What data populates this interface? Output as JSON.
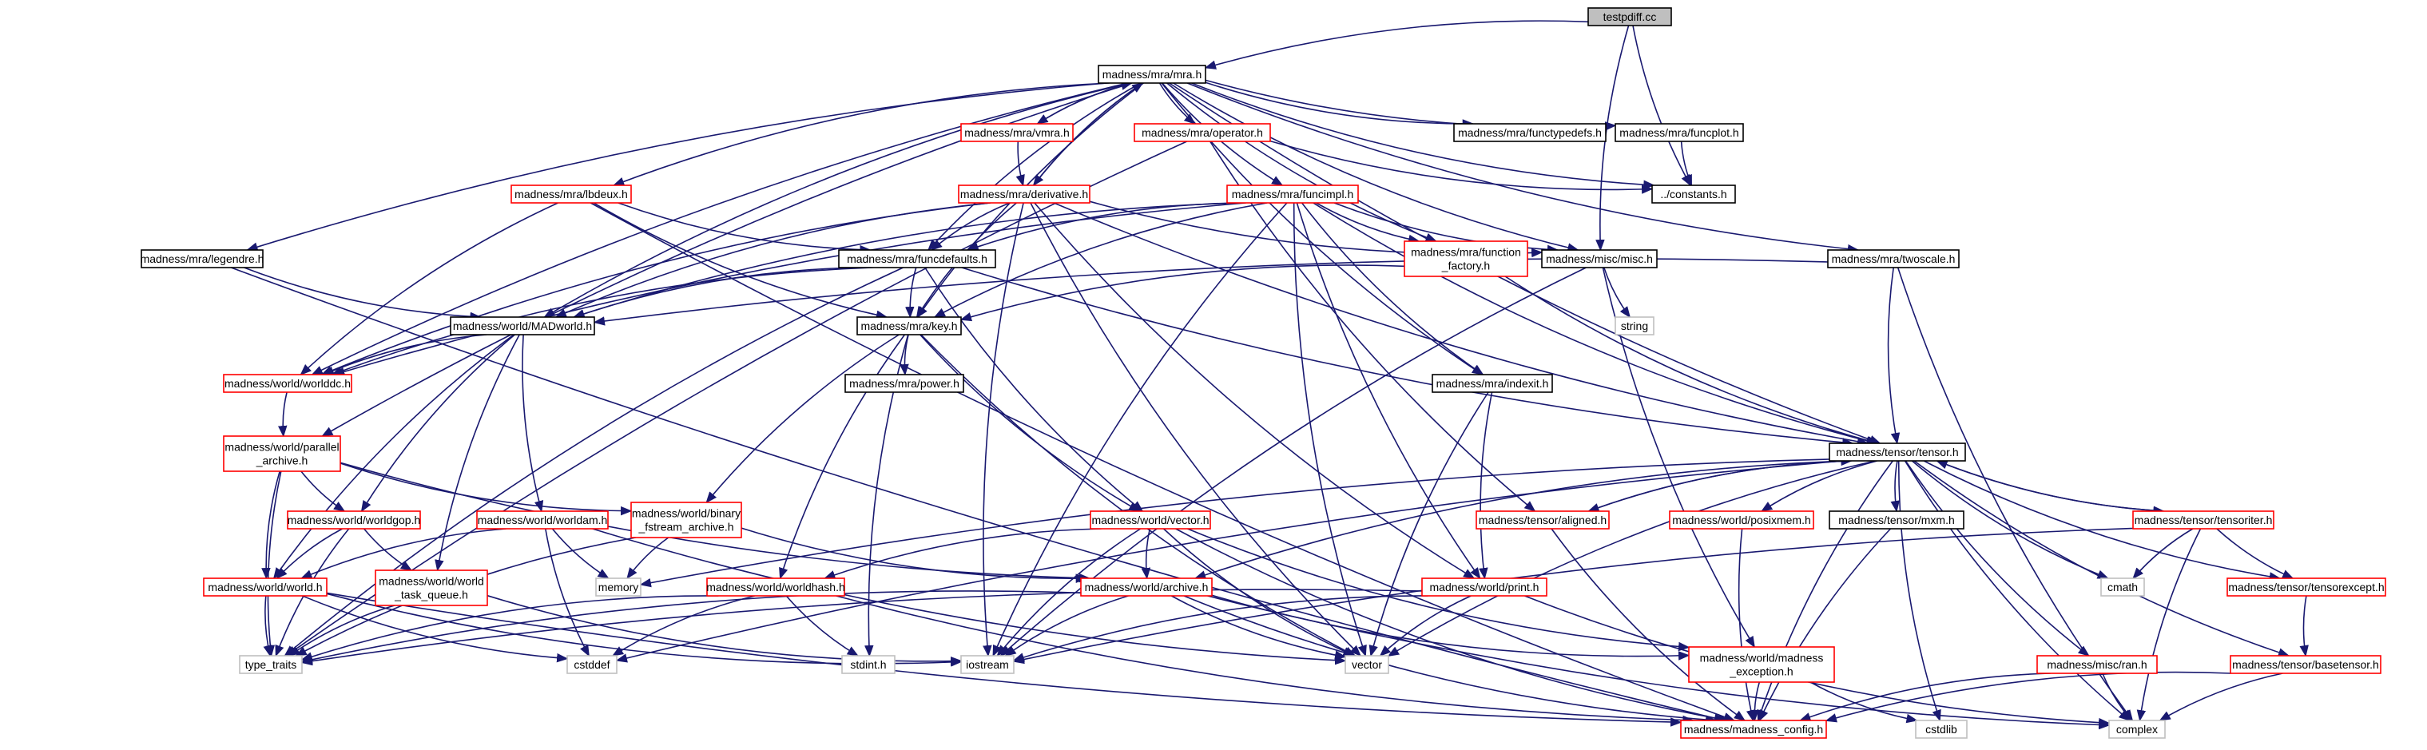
{
  "graph": {
    "background": "#ffffff",
    "edge_color": "#191970",
    "colors": {
      "root_fill": "#bfbfbf",
      "root_stroke": "#000000",
      "documented_stroke": "#000000",
      "undocumented_stroke": "#ff0000",
      "external_stroke": "#bfbfbf",
      "node_fill": "#ffffff"
    }
  },
  "nodes": [
    {
      "id": "testpdiff",
      "label": [
        "testpdiff.cc"
      ],
      "kind": "root"
    },
    {
      "id": "mra",
      "label": [
        "madness/mra/mra.h"
      ],
      "kind": "documented"
    },
    {
      "id": "vmra",
      "label": [
        "madness/mra/vmra.h"
      ],
      "kind": "undocumented"
    },
    {
      "id": "operator",
      "label": [
        "madness/mra/operator.h"
      ],
      "kind": "undocumented"
    },
    {
      "id": "functypedefs",
      "label": [
        "madness/mra/functypedefs.h"
      ],
      "kind": "documented"
    },
    {
      "id": "funcplot",
      "label": [
        "madness/mra/funcplot.h"
      ],
      "kind": "documented"
    },
    {
      "id": "constants",
      "label": [
        "../constants.h"
      ],
      "kind": "documented"
    },
    {
      "id": "lbdeux",
      "label": [
        "madness/mra/lbdeux.h"
      ],
      "kind": "undocumented"
    },
    {
      "id": "derivative",
      "label": [
        "madness/mra/derivative.h"
      ],
      "kind": "undocumented"
    },
    {
      "id": "funcimpl",
      "label": [
        "madness/mra/funcimpl.h"
      ],
      "kind": "undocumented"
    },
    {
      "id": "legendre",
      "label": [
        "madness/mra/legendre.h"
      ],
      "kind": "documented"
    },
    {
      "id": "funcdefaults",
      "label": [
        "madness/mra/funcdefaults.h"
      ],
      "kind": "documented"
    },
    {
      "id": "function_factory",
      "label": [
        "madness/mra/function",
        "_factory.h"
      ],
      "kind": "undocumented"
    },
    {
      "id": "misc",
      "label": [
        "madness/misc/misc.h"
      ],
      "kind": "documented"
    },
    {
      "id": "twoscale",
      "label": [
        "madness/mra/twoscale.h"
      ],
      "kind": "documented"
    },
    {
      "id": "madworld",
      "label": [
        "madness/world/MADworld.h"
      ],
      "kind": "documented"
    },
    {
      "id": "key",
      "label": [
        "madness/mra/key.h"
      ],
      "kind": "documented"
    },
    {
      "id": "string",
      "label": [
        "string"
      ],
      "kind": "external"
    },
    {
      "id": "worlddc",
      "label": [
        "madness/world/worlddc.h"
      ],
      "kind": "undocumented"
    },
    {
      "id": "power",
      "label": [
        "madness/mra/power.h"
      ],
      "kind": "documented"
    },
    {
      "id": "indexit",
      "label": [
        "madness/mra/indexit.h"
      ],
      "kind": "documented"
    },
    {
      "id": "parallel_archive",
      "label": [
        "madness/world/parallel",
        "_archive.h"
      ],
      "kind": "undocumented"
    },
    {
      "id": "tensor",
      "label": [
        "madness/tensor/tensor.h"
      ],
      "kind": "documented"
    },
    {
      "id": "worldgop",
      "label": [
        "madness/world/worldgop.h"
      ],
      "kind": "undocumented"
    },
    {
      "id": "worldam",
      "label": [
        "madness/world/worldam.h"
      ],
      "kind": "undocumented"
    },
    {
      "id": "binary_fstream",
      "label": [
        "madness/world/binary",
        "_fstream_archive.h"
      ],
      "kind": "undocumented"
    },
    {
      "id": "vector",
      "label": [
        "madness/world/vector.h"
      ],
      "kind": "undocumented"
    },
    {
      "id": "aligned",
      "label": [
        "madness/tensor/aligned.h"
      ],
      "kind": "undocumented"
    },
    {
      "id": "posixmem",
      "label": [
        "madness/world/posixmem.h"
      ],
      "kind": "undocumented"
    },
    {
      "id": "mxm",
      "label": [
        "madness/tensor/mxm.h"
      ],
      "kind": "documented"
    },
    {
      "id": "tensoriter",
      "label": [
        "madness/tensor/tensoriter.h"
      ],
      "kind": "undocumented"
    },
    {
      "id": "world",
      "label": [
        "madness/world/world.h"
      ],
      "kind": "undocumented"
    },
    {
      "id": "world_task_queue",
      "label": [
        "madness/world/world",
        "_task_queue.h"
      ],
      "kind": "undocumented"
    },
    {
      "id": "memory",
      "label": [
        "memory"
      ],
      "kind": "external"
    },
    {
      "id": "worldhash",
      "label": [
        "madness/world/worldhash.h"
      ],
      "kind": "undocumented"
    },
    {
      "id": "archive",
      "label": [
        "madness/world/archive.h"
      ],
      "kind": "undocumented"
    },
    {
      "id": "print",
      "label": [
        "madness/world/print.h"
      ],
      "kind": "undocumented"
    },
    {
      "id": "cmath",
      "label": [
        "cmath"
      ],
      "kind": "external"
    },
    {
      "id": "tensorexcept",
      "label": [
        "madness/tensor/tensorexcept.h"
      ],
      "kind": "undocumented"
    },
    {
      "id": "type_traits",
      "label": [
        "type_traits"
      ],
      "kind": "external"
    },
    {
      "id": "cstddef",
      "label": [
        "cstddef"
      ],
      "kind": "external"
    },
    {
      "id": "stdint",
      "label": [
        "stdint.h"
      ],
      "kind": "external"
    },
    {
      "id": "iostream",
      "label": [
        "iostream"
      ],
      "kind": "external"
    },
    {
      "id": "vector_std",
      "label": [
        "vector"
      ],
      "kind": "external"
    },
    {
      "id": "madness_exception",
      "label": [
        "madness/world/madness",
        "_exception.h"
      ],
      "kind": "undocumented"
    },
    {
      "id": "ran",
      "label": [
        "madness/misc/ran.h"
      ],
      "kind": "undocumented"
    },
    {
      "id": "basetensor",
      "label": [
        "madness/tensor/basetensor.h"
      ],
      "kind": "undocumented"
    },
    {
      "id": "madness_config",
      "label": [
        "madness/madness_config.h"
      ],
      "kind": "undocumented"
    },
    {
      "id": "cstdlib",
      "label": [
        "cstdlib"
      ],
      "kind": "external"
    },
    {
      "id": "complex",
      "label": [
        "complex"
      ],
      "kind": "external"
    }
  ],
  "edges": [
    [
      "testpdiff",
      "mra"
    ],
    [
      "testpdiff",
      "constants"
    ],
    [
      "testpdiff",
      "misc"
    ],
    [
      "mra",
      "vmra"
    ],
    [
      "mra",
      "operator"
    ],
    [
      "mra",
      "functypedefs"
    ],
    [
      "mra",
      "funcplot"
    ],
    [
      "mra",
      "constants"
    ],
    [
      "mra",
      "lbdeux"
    ],
    [
      "mra",
      "derivative"
    ],
    [
      "mra",
      "funcimpl"
    ],
    [
      "mra",
      "legendre"
    ],
    [
      "mra",
      "funcdefaults"
    ],
    [
      "mra",
      "function_factory"
    ],
    [
      "mra",
      "misc"
    ],
    [
      "mra",
      "twoscale"
    ],
    [
      "mra",
      "madworld"
    ],
    [
      "mra",
      "key"
    ],
    [
      "mra",
      "worlddc"
    ],
    [
      "mra",
      "indexit"
    ],
    [
      "mra",
      "parallel_archive"
    ],
    [
      "mra",
      "tensor"
    ],
    [
      "vmra",
      "mra"
    ],
    [
      "vmra",
      "derivative"
    ],
    [
      "operator",
      "constants"
    ],
    [
      "operator",
      "aligned"
    ],
    [
      "operator",
      "type_traits"
    ],
    [
      "funcplot",
      "constants"
    ],
    [
      "lbdeux",
      "worlddc"
    ],
    [
      "lbdeux",
      "funcdefaults"
    ],
    [
      "lbdeux",
      "key"
    ],
    [
      "lbdeux",
      "madness_config"
    ],
    [
      "derivative",
      "mra"
    ],
    [
      "derivative",
      "funcdefaults"
    ],
    [
      "derivative",
      "key"
    ],
    [
      "derivative",
      "madworld"
    ],
    [
      "derivative",
      "worlddc"
    ],
    [
      "derivative",
      "misc"
    ],
    [
      "derivative",
      "tensor"
    ],
    [
      "derivative",
      "iostream"
    ],
    [
      "derivative",
      "print"
    ],
    [
      "derivative",
      "vector_std"
    ],
    [
      "funcimpl",
      "funcdefaults"
    ],
    [
      "funcimpl",
      "function_factory"
    ],
    [
      "funcimpl",
      "misc"
    ],
    [
      "funcimpl",
      "key"
    ],
    [
      "funcimpl",
      "madworld"
    ],
    [
      "funcimpl",
      "indexit"
    ],
    [
      "funcimpl",
      "tensor"
    ],
    [
      "funcimpl",
      "print"
    ],
    [
      "funcimpl",
      "iostream"
    ],
    [
      "funcimpl",
      "worlddc"
    ],
    [
      "funcimpl",
      "vector_std"
    ],
    [
      "legendre",
      "madworld"
    ],
    [
      "legendre",
      "madness_config"
    ],
    [
      "funcdefaults",
      "madworld"
    ],
    [
      "funcdefaults",
      "key"
    ],
    [
      "funcdefaults",
      "worlddc"
    ],
    [
      "funcdefaults",
      "tensor"
    ],
    [
      "funcdefaults",
      "vector"
    ],
    [
      "funcdefaults",
      "type_traits"
    ],
    [
      "function_factory",
      "key"
    ],
    [
      "function_factory",
      "tensor"
    ],
    [
      "misc",
      "string"
    ],
    [
      "misc",
      "iostream"
    ],
    [
      "misc",
      "madness_exception"
    ],
    [
      "twoscale",
      "tensor"
    ],
    [
      "twoscale",
      "madworld"
    ],
    [
      "twoscale",
      "complex"
    ],
    [
      "madworld",
      "worlddc"
    ],
    [
      "madworld",
      "worldgop"
    ],
    [
      "madworld",
      "worldam"
    ],
    [
      "madworld",
      "world"
    ],
    [
      "madworld",
      "world_task_queue"
    ],
    [
      "key",
      "power"
    ],
    [
      "key",
      "binary_fstream"
    ],
    [
      "key",
      "vector"
    ],
    [
      "key",
      "worldhash"
    ],
    [
      "key",
      "stdint"
    ],
    [
      "key",
      "vector_std"
    ],
    [
      "worlddc",
      "parallel_archive"
    ],
    [
      "indexit",
      "print"
    ],
    [
      "indexit",
      "vector_std"
    ],
    [
      "parallel_archive",
      "worldgop"
    ],
    [
      "parallel_archive",
      "binary_fstream"
    ],
    [
      "parallel_archive",
      "archive"
    ],
    [
      "parallel_archive",
      "world"
    ],
    [
      "parallel_archive",
      "type_traits"
    ],
    [
      "tensor",
      "aligned"
    ],
    [
      "tensor",
      "posixmem"
    ],
    [
      "tensor",
      "mxm"
    ],
    [
      "tensor",
      "tensoriter"
    ],
    [
      "tensor",
      "archive"
    ],
    [
      "tensor",
      "memory"
    ],
    [
      "tensor",
      "cstddef"
    ],
    [
      "tensor",
      "cmath"
    ],
    [
      "tensor",
      "tensorexcept"
    ],
    [
      "tensor",
      "basetensor"
    ],
    [
      "tensor",
      "ran"
    ],
    [
      "tensor",
      "madness_config"
    ],
    [
      "tensor",
      "vector_std"
    ],
    [
      "tensor",
      "cstdlib"
    ],
    [
      "tensor",
      "complex"
    ],
    [
      "aligned",
      "tensor"
    ],
    [
      "aligned",
      "madness_config"
    ],
    [
      "posixmem",
      "madness_config"
    ],
    [
      "mxm",
      "madness_config"
    ],
    [
      "tensoriter",
      "tensor"
    ],
    [
      "tensoriter",
      "cmath"
    ],
    [
      "tensoriter",
      "tensorexcept"
    ],
    [
      "tensoriter",
      "iostream"
    ],
    [
      "tensoriter",
      "complex"
    ],
    [
      "tensorexcept",
      "basetensor"
    ],
    [
      "basetensor",
      "madness_config"
    ],
    [
      "basetensor",
      "complex"
    ],
    [
      "ran",
      "madness_config"
    ],
    [
      "ran",
      "complex"
    ],
    [
      "worldgop",
      "world"
    ],
    [
      "worldgop",
      "world_task_queue"
    ],
    [
      "worldgop",
      "type_traits"
    ],
    [
      "worldam",
      "world"
    ],
    [
      "worldam",
      "memory"
    ],
    [
      "worldam",
      "cstddef"
    ],
    [
      "worldam",
      "vector_std"
    ],
    [
      "binary_fstream",
      "archive"
    ],
    [
      "binary_fstream",
      "memory"
    ],
    [
      "binary_fstream",
      "type_traits"
    ],
    [
      "vector",
      "archive"
    ],
    [
      "vector",
      "worldhash"
    ],
    [
      "vector",
      "iostream"
    ],
    [
      "vector",
      "vector_std"
    ],
    [
      "vector",
      "madness_exception"
    ],
    [
      "vector",
      "madness_config"
    ],
    [
      "world",
      "type_traits"
    ],
    [
      "world",
      "iostream"
    ],
    [
      "world",
      "cstddef"
    ],
    [
      "world",
      "madness_config"
    ],
    [
      "world_task_queue",
      "type_traits"
    ],
    [
      "world_task_queue",
      "iostream"
    ],
    [
      "worldhash",
      "type_traits"
    ],
    [
      "worldhash",
      "stdint"
    ],
    [
      "worldhash",
      "cstddef"
    ],
    [
      "worldhash",
      "madness_config"
    ],
    [
      "archive",
      "type_traits"
    ],
    [
      "archive",
      "iostream"
    ],
    [
      "archive",
      "vector_std"
    ],
    [
      "archive",
      "madness_exception"
    ],
    [
      "archive",
      "complex"
    ],
    [
      "archive",
      "madness_config"
    ],
    [
      "print",
      "type_traits"
    ],
    [
      "print",
      "iostream"
    ],
    [
      "print",
      "vector_std"
    ],
    [
      "print",
      "complex"
    ],
    [
      "madness_exception",
      "madness_config"
    ],
    [
      "madness_exception",
      "cstdlib"
    ]
  ]
}
